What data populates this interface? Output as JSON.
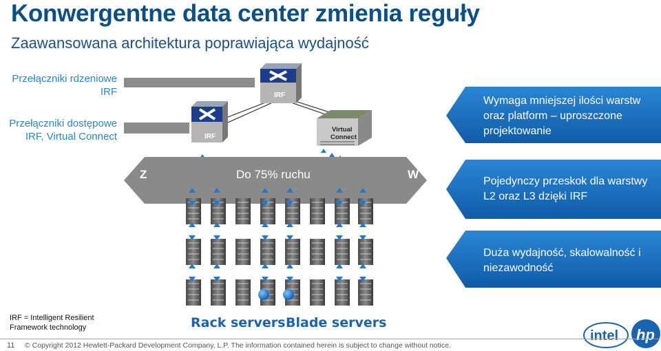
{
  "title": "Konwergentne data center zmienia reguły",
  "subtitle": "Zaawansowana architektura poprawiająca wydajność",
  "left_labels": {
    "core": "Przełączniki rdzeniowe IRF",
    "access": "Przełączniki dostępowe IRF, Virtual Connect"
  },
  "switches": {
    "core_tag": "IRF",
    "access_tag": "IRF",
    "vc_line1": "Virtual",
    "vc_line2": "Connect"
  },
  "traffic": {
    "label": "Do 75% ruchu",
    "left": "Z",
    "right": "W"
  },
  "callouts": [
    "Wymaga mniejszej ilości warstw oraz platform – uproszczone projektowanie",
    "Pojedynczy przeskok dla warstwy L2 oraz L3 dzięki IRF",
    "Duża wydajność, skalowalność i niezawodność"
  ],
  "labels": {
    "rack": "Rack servers",
    "blade": "Blade servers"
  },
  "irf_note": {
    "line1": "IRF = Intelligent Resilient",
    "line2": "Framework technology"
  },
  "footer": {
    "slide_number": "11",
    "copyright": "© Copyright 2012 Hewlett-Packard Development Company, L.P. The information contained herein is subject to change without notice."
  },
  "logos": {
    "intel": "intel",
    "hp": "hp"
  },
  "colors": {
    "title": "#0a4f86",
    "accent_blue": "#1a63b0",
    "label_blue": "#2a86c8",
    "callout_bg": "#1a6fbe",
    "band": "#8a8a8a"
  }
}
